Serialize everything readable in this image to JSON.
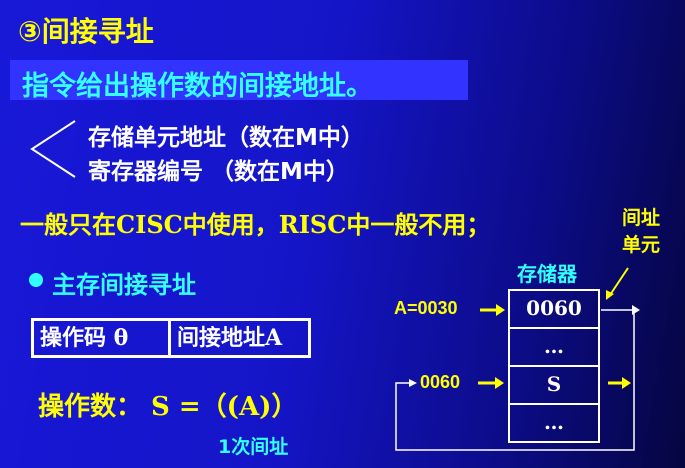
{
  "slide": {
    "title": "③间接寻址",
    "subtitle": "指令给出操作数的间接地址。",
    "bracket_lines": [
      "存储单元地址（数在M中）",
      "寄存器编号    （数在M中）"
    ],
    "usage_note": "一般只在CISC中使用，RISC中一般不用；",
    "bullet": "主存间接寻址",
    "instruction_format": {
      "opcode": "操作码 θ",
      "address": "间接地址A"
    },
    "operand": "操作数：  S =（(A)）",
    "footnote": "1次间址"
  },
  "diagram": {
    "memory_label": "存储器",
    "callout_label": [
      "间址",
      "单元"
    ],
    "address_labels": [
      "A=0030",
      "0060"
    ],
    "cells": [
      "0060",
      "…",
      "S",
      "…"
    ]
  },
  "colors": {
    "yellow": "#ffff00",
    "white": "#ffffff",
    "cyan": "#33ffff",
    "background": "#1515c8"
  }
}
